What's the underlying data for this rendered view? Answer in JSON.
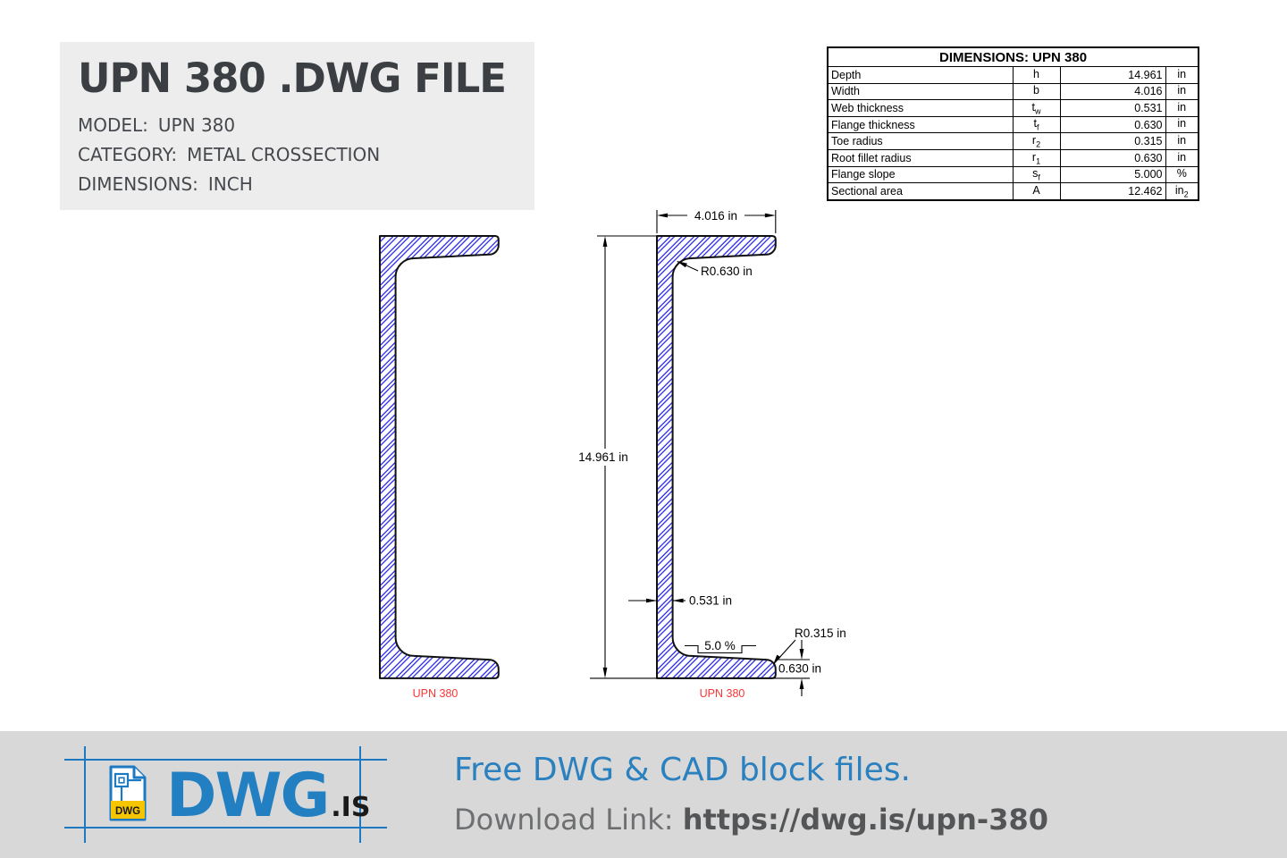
{
  "title_block": {
    "title": "UPN 380 .DWG FILE",
    "fields": [
      {
        "label": "MODEL:",
        "value": "UPN 380"
      },
      {
        "label": "CATEGORY:",
        "value": "METAL CROSSECTION"
      },
      {
        "label": "DIMENSIONS:",
        "value": "INCH"
      }
    ]
  },
  "dimensions_table": {
    "header": "DIMENSIONS: UPN 380",
    "rows": [
      {
        "name": "Depth",
        "symbol": {
          "base": "h",
          "sub": ""
        },
        "value": "14.961",
        "unit": {
          "base": "in",
          "sub": ""
        }
      },
      {
        "name": "Width",
        "symbol": {
          "base": "b",
          "sub": ""
        },
        "value": "4.016",
        "unit": {
          "base": "in",
          "sub": ""
        }
      },
      {
        "name": "Web thickness",
        "symbol": {
          "base": "t",
          "sub": "w"
        },
        "value": "0.531",
        "unit": {
          "base": "in",
          "sub": ""
        }
      },
      {
        "name": "Flange thickness",
        "symbol": {
          "base": "t",
          "sub": "f"
        },
        "value": "0.630",
        "unit": {
          "base": "in",
          "sub": ""
        }
      },
      {
        "name": "Toe radius",
        "symbol": {
          "base": "r",
          "sub": "2"
        },
        "value": "0.315",
        "unit": {
          "base": "in",
          "sub": ""
        }
      },
      {
        "name": "Root fillet radius",
        "symbol": {
          "base": "r",
          "sub": "1"
        },
        "value": "0.630",
        "unit": {
          "base": "in",
          "sub": ""
        }
      },
      {
        "name": "Flange slope",
        "symbol": {
          "base": "s",
          "sub": "f"
        },
        "value": "5.000",
        "unit": {
          "base": "%",
          "sub": ""
        }
      },
      {
        "name": "Sectional area",
        "symbol": {
          "base": "A",
          "sub": ""
        },
        "value": "12.462",
        "unit": {
          "base": "in",
          "sub": "2"
        }
      }
    ]
  },
  "drawing": {
    "hatch_color": "#1a1ae6",
    "outline_color": "#111111",
    "label_color": "#fb3535",
    "model_label_left": "UPN 380",
    "model_label_right": "UPN 380",
    "dims": {
      "width": "4.016 in",
      "depth": "14.961 in",
      "web_thickness": "0.531 in",
      "root_radius": "R0.630 in",
      "toe_radius": "R0.315 in",
      "flange_slope": "5.0 %",
      "flange_thickness": "0.630 in"
    }
  },
  "footer": {
    "accent_color": "#1d7ac2",
    "badge_color": "#f6c500",
    "logo_badge": "DWG",
    "brand": "DWG",
    "brand_suffix": ".IS",
    "headline": "Free DWG & CAD block files.",
    "download_label": "Download Link: ",
    "download_url": "https://dwg.is/upn-380"
  }
}
